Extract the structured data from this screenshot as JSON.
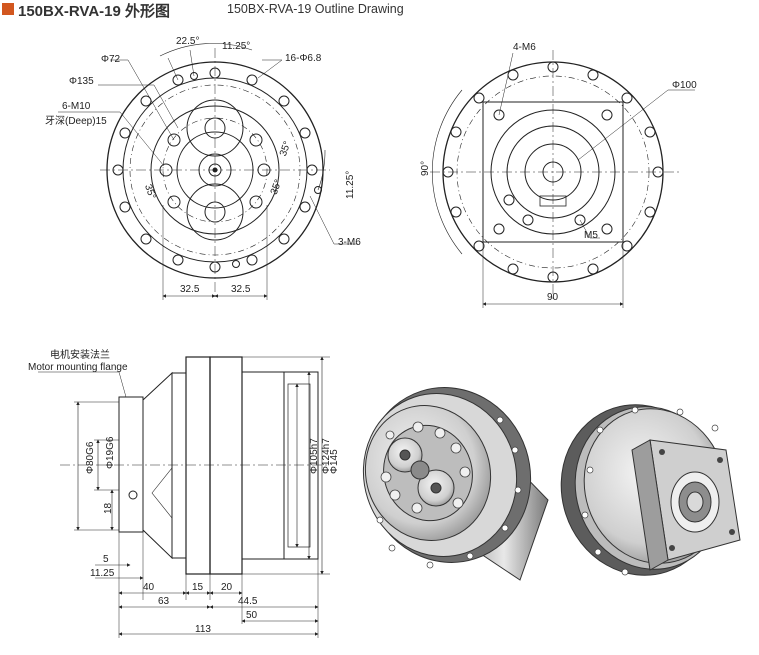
{
  "header": {
    "title": "150BX-RVA-19 外形图",
    "subtitle": "150BX-RVA-19 Outline Drawing",
    "accent_color": "#d2571f"
  },
  "front_view": {
    "labels": {
      "angle_22_5": "22.5°",
      "angle_11_25_top": "11.25°",
      "holes_16": "16-Φ6.8",
      "dia_72": "Φ72",
      "dia_135": "Φ135",
      "thread_6m10": "6-M10",
      "thread_depth": "牙深(Deep)15",
      "angle_35_a": "35°",
      "angle_35_b": "35°",
      "angle_35_c": "35°",
      "angle_11_25_side": "11.25°",
      "thread_3m6": "3-M6",
      "dim_left": "32.5",
      "dim_right": "32.5"
    }
  },
  "rear_view": {
    "labels": {
      "thread_4m6": "4-M6",
      "dia_100": "Φ100",
      "angle_90": "90°",
      "thread_m5": "M5",
      "dim_90": "90"
    }
  },
  "side_view": {
    "labels": {
      "flange_cn": "电机安装法兰",
      "flange_en": "Motor mounting flange",
      "dia_80g6": "Φ80G6",
      "dia_19g6": "Φ19G6",
      "dim_18": "18",
      "dim_5": "5",
      "dim_11_25": "11.25",
      "dim_40": "40",
      "dim_63": "63",
      "dim_113": "113",
      "dim_15": "15",
      "dim_20": "20",
      "dim_44_5": "44.5",
      "dim_50": "50",
      "dia_105h7": "Φ105h7",
      "dia_124h7": "Φ124h7",
      "dia_145": "Φ145"
    }
  },
  "iso_views": {
    "front_iso": "isometric-front-render",
    "rear_iso": "isometric-rear-render"
  }
}
